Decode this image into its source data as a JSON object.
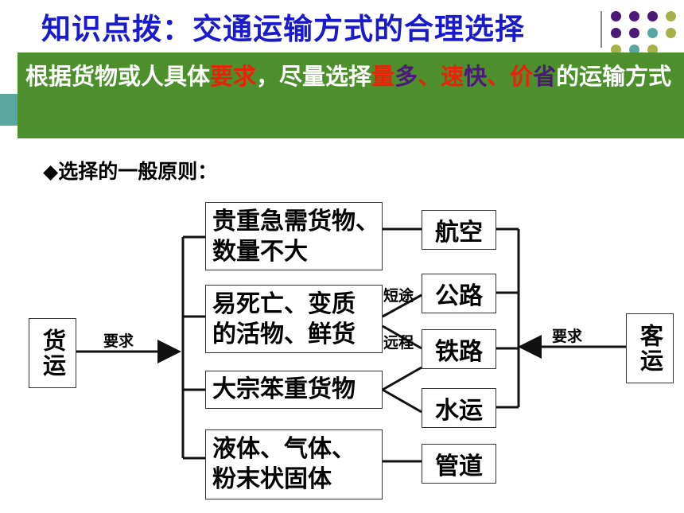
{
  "title": "知识点拨：交通运输方式的合理选择",
  "banner": {
    "p1": "根据货物或人具体",
    "p2": "要求",
    "p3": "，尽量选择",
    "p4": "量",
    "p5": "多",
    "p6": "、",
    "p7": "速",
    "p8": "快",
    "p9": "、",
    "p10": "价",
    "p11": "省",
    "p12": "的运输方式"
  },
  "principle": "◆选择的一般原则：",
  "left_node": "货运",
  "right_node": "客运",
  "left_arrow_label": "要求",
  "right_arrow_label": "要求",
  "categories": [
    {
      "line1": "贵重急需货物、",
      "line2": "数量不大"
    },
    {
      "line1": "易死亡、变质",
      "line2": "的活物、鲜货"
    },
    {
      "line1": "大宗笨重货物",
      "line2": ""
    },
    {
      "line1": "液体、气体、",
      "line2": "粉末状固体"
    }
  ],
  "modes": [
    "航空",
    "公路",
    "铁路",
    "水运",
    "管道"
  ],
  "short_label": "短途",
  "long_label": "远程",
  "colors": {
    "title": "#1a1acc",
    "banner_bg": "#4d8f2d",
    "banner_text": "#ffffff",
    "highlight_red": "#e8230a",
    "highlight_purple": "#4b1a78",
    "teal": "#5aa7a1",
    "olive": "#a8b04a"
  }
}
